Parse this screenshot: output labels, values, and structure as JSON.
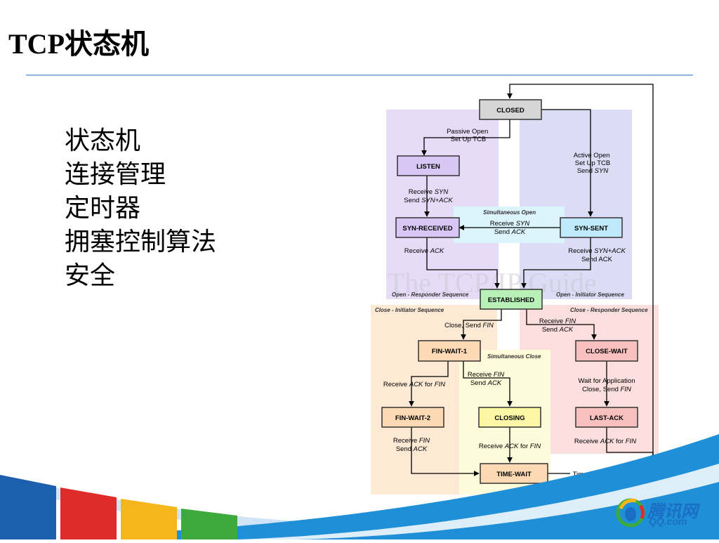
{
  "slide": {
    "title": "TCP状态机",
    "bullets": [
      "状态机",
      "连接管理",
      "定时器",
      "拥塞控制算法",
      "安全"
    ]
  },
  "diagram": {
    "watermark": "The TCP/IP Guide",
    "regions": {
      "open_responder": "Open - Responder Sequence",
      "open_initiator": "Open - Initiator Sequence",
      "simultaneous_open": "Simultaneous Open",
      "close_initiator": "Close - Initiator Sequence",
      "close_responder": "Close - Responder Sequence",
      "simultaneous_close": "Simultaneous Close"
    },
    "states": {
      "closed": "CLOSED",
      "listen": "LISTEN",
      "syn_received": "SYN-RECEIVED",
      "syn_sent": "SYN-SENT",
      "established": "ESTABLISHED",
      "fin_wait_1": "FIN-WAIT-1",
      "close_wait": "CLOSE-WAIT",
      "fin_wait_2": "FIN-WAIT-2",
      "closing": "CLOSING",
      "last_ack": "LAST-ACK",
      "time_wait": "TIME-WAIT"
    },
    "labels": {
      "passive_open_1": "Passive Open",
      "passive_open_2": "Set Up TCB",
      "active_open_1": "Active Open",
      "active_open_2": "Set Up TCB",
      "active_open_3a": "Send ",
      "active_open_3b": "SYN",
      "listen_1a": "Receive ",
      "listen_1b": "SYN",
      "listen_2a": "Send ",
      "listen_2b": "SYN+ACK",
      "simopen_1a": "Receive ",
      "simopen_1b": "SYN",
      "simopen_2a": "Send ",
      "simopen_2b": "ACK",
      "synrcvd_1a": "Receive ",
      "synrcvd_1b": "ACK",
      "synsent_1a": "Receive ",
      "synsent_1b": "SYN+ACK",
      "synsent_2": "Send ACK",
      "close_send_a": "Close, Send ",
      "close_send_b": "FIN",
      "est_fin_1a": "Receive ",
      "est_fin_1b": "FIN",
      "est_fin_2a": "Send ",
      "est_fin_2b": "ACK",
      "fw1_ack_a": "Receive ",
      "fw1_ack_b": "ACK",
      "fw1_ack_c": " for ",
      "fw1_ack_d": "FIN",
      "fw1_fin_1a": "Receive ",
      "fw1_fin_1b": "FIN",
      "fw1_fin_2a": "Send ",
      "fw1_fin_2b": "ACK",
      "cw_1": "Wait for Application",
      "cw_2a": "Close, Send ",
      "cw_2b": "FIN",
      "fw2_1a": "Receive ",
      "fw2_1b": "FIN",
      "fw2_2a": "Send ",
      "fw2_2b": "ACK",
      "closing_a": "Receive ",
      "closing_b": "ACK",
      "closing_c": " for ",
      "closing_d": "FIN",
      "lastack_a": "Receive ",
      "lastack_b": "ACK",
      "lastack_c": " for ",
      "lastack_d": "FIN",
      "timer": "Timer Expiration"
    }
  },
  "logo": {
    "cn": "腾讯网",
    "en": "QQ.com"
  },
  "colors": {
    "title_rule": "#8fb8e0",
    "open_responder_bg": "#e6dcf8",
    "open_initiator_bg": "#dcdcf7",
    "simultaneous_open_bg": "#dcf4fb",
    "close_initiator_bg": "#fde9d4",
    "close_responder_bg": "#fbdede",
    "simultaneous_close_bg": "#fdfbd9",
    "state_closed": "#d6d6d6",
    "state_open_responder": "#d8c6f4",
    "state_syn_sent": "#bfe8fa",
    "state_established": "#b8f0b8",
    "state_close_initiator": "#fdd9b4",
    "state_closing": "#fbf7a4",
    "state_close_responder": "#f9c0c0",
    "logo_blue": "#1a6fc4"
  }
}
